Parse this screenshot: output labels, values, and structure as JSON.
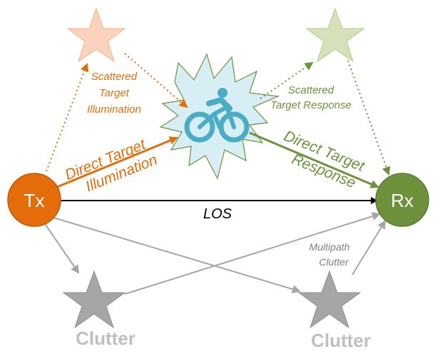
{
  "nodes": {
    "tx": "Tx",
    "rx": "Rx",
    "clutter_left": "Clutter",
    "clutter_right": "Clutter"
  },
  "labels": {
    "los": "LOS",
    "scattered_illum": [
      "Scattered",
      "Target",
      "Illumination"
    ],
    "scattered_resp": [
      "Scattered",
      "Target Response"
    ],
    "direct_illum": [
      "Direct Target",
      "Illumination"
    ],
    "direct_resp": [
      "Direct Target",
      "Response"
    ],
    "multipath": [
      "Multipath",
      "Clutter"
    ]
  },
  "colors": {
    "tx": "#E46C0A",
    "rx": "#6E913C",
    "clutter": "#A6A6A6",
    "target_fill": "#D6EEF4",
    "bike": "#4BACC6",
    "scatter_left_star": "#FAD2BD",
    "scatter_right_star": "#D4E1B9"
  },
  "icons": {
    "target": "cyclist-icon",
    "scatterers": "star-icon"
  }
}
